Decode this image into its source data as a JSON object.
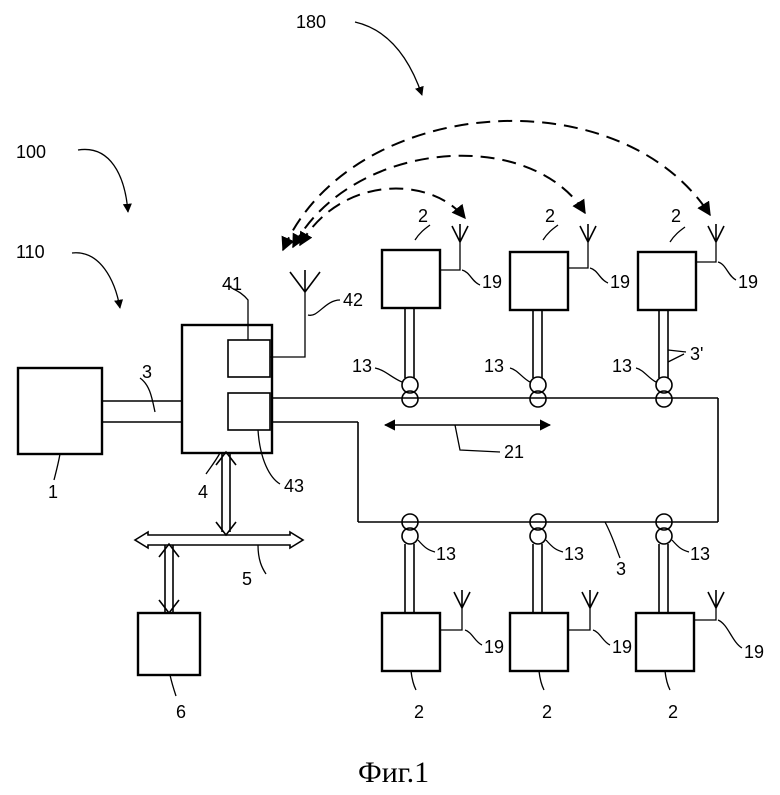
{
  "labels": {
    "system": "100",
    "network": "110",
    "radio": "180",
    "controller": "1",
    "line": "3",
    "line_lower": "3",
    "line_branch": "3'",
    "gateway": "4",
    "module_a": "41",
    "antenna_gw": "42",
    "module_b": "43",
    "bus": "5",
    "terminal": "6",
    "coupler": "13",
    "node": "2",
    "antenna": "19",
    "range": "21"
  },
  "caption": "Фиг.1"
}
